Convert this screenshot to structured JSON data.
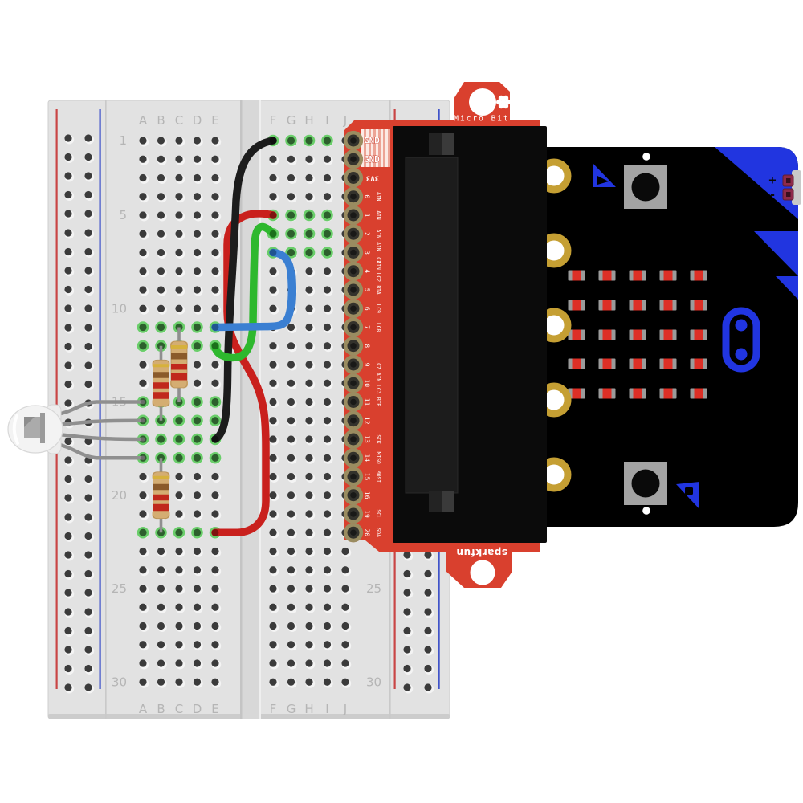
{
  "page": {
    "background": "#ffffff"
  },
  "breadboard": {
    "body_color": "#e2e2e2",
    "row_count": 30,
    "row_labels": [
      "1",
      "5",
      "10",
      "15",
      "20",
      "25",
      "30"
    ],
    "column_letters_left": [
      "A",
      "B",
      "C",
      "D",
      "E"
    ],
    "column_letters_right": [
      "F",
      "G",
      "H",
      "I",
      "J"
    ],
    "rail_red_color": "#c94545",
    "rail_blue_color": "#4053c9",
    "connected_rows_left": [
      11,
      12,
      15,
      16,
      17,
      18,
      22
    ],
    "connected_rows_right": [
      1,
      5,
      6,
      7
    ],
    "highlight_ring_color": "#6ace6a"
  },
  "breakout_board": {
    "name_label": "Micro Bit",
    "brand_label": "sparkfun",
    "board_color": "#d9402e",
    "pins": [
      {
        "label": "GND"
      },
      {
        "label": "GND"
      },
      {
        "label": "3V3"
      },
      {
        "num": "0",
        "sub": "AIN"
      },
      {
        "num": "1",
        "sub": "AIN"
      },
      {
        "num": "2",
        "sub": "AIN"
      },
      {
        "num": "3",
        "sub": "AIN LC1"
      },
      {
        "num": "4",
        "sub": "AIN LC2"
      },
      {
        "num": "5",
        "sub": "BTA"
      },
      {
        "num": "6",
        "sub": "LC9"
      },
      {
        "num": "7",
        "sub": "LC8"
      },
      {
        "num": "8",
        "sub": ""
      },
      {
        "num": "9",
        "sub": "LC7"
      },
      {
        "num": "10",
        "sub": "AIN LC3"
      },
      {
        "num": "11",
        "sub": "BTB"
      },
      {
        "num": "12",
        "sub": ""
      },
      {
        "num": "13",
        "sub": "SCK"
      },
      {
        "num": "14",
        "sub": "MISO"
      },
      {
        "num": "15",
        "sub": "MOSI"
      },
      {
        "num": "16",
        "sub": ""
      },
      {
        "num": "19",
        "sub": "SCL"
      },
      {
        "num": "20",
        "sub": "SDA"
      }
    ]
  },
  "microbit": {
    "board_color": "#000000",
    "accent_color": "#2135e0",
    "led_color": "#dd2f26",
    "led_pad_color": "#9b9b9b",
    "led_matrix_rows": 5,
    "led_matrix_cols": 5,
    "battery_plus_label": "+",
    "battery_minus_label": "-",
    "gold_ring_count": 5,
    "gold_ring_color": "#c59f33"
  },
  "components": {
    "rgb_led": {
      "type": "rgb-led",
      "legs": [
        "A15",
        "A16",
        "A17",
        "A18"
      ]
    },
    "resistors": [
      {
        "id": "R1",
        "from": "C11",
        "to": "C15",
        "bands": [
          "gold",
          "brown",
          "red",
          "red"
        ]
      },
      {
        "id": "R2",
        "from": "B12",
        "to": "B16",
        "bands": [
          "gold",
          "brown",
          "red",
          "red"
        ]
      },
      {
        "id": "R3",
        "from": "B18",
        "to": "B22",
        "bands": [
          "gold",
          "brown",
          "red",
          "red"
        ]
      }
    ]
  },
  "wires": [
    {
      "name": "black-wire",
      "color_hex": "#1c1c1c",
      "cap_hex": "#101010",
      "from": "F1",
      "to": "E17"
    },
    {
      "name": "red-wire",
      "color_hex": "#c9201d",
      "cap_hex": "#7e1410",
      "from": "F5",
      "to": "E22"
    },
    {
      "name": "green-wire",
      "color_hex": "#2eb82e",
      "cap_hex": "#1b6f1b",
      "from": "F6",
      "to": "E12"
    },
    {
      "name": "blue-wire",
      "color_hex": "#3a7fd2",
      "cap_hex": "#1f5490",
      "from": "F7",
      "to": "E11"
    }
  ]
}
